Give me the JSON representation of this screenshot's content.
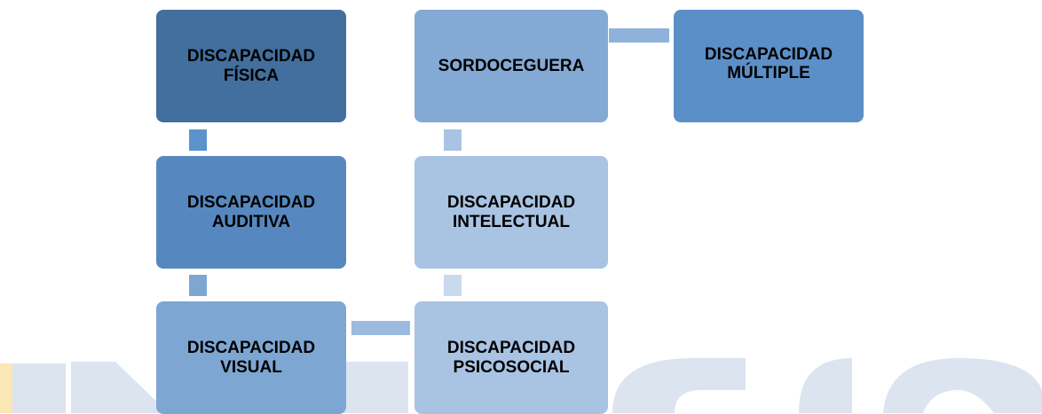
{
  "colors": {
    "fisica": "#426f9e",
    "auditiva": "#5688bf",
    "visual": "#7ea6d3",
    "sordoceguera": "#84a9d4",
    "intelectual": "#a9c3e3",
    "psicosocial": "#a9c3e3",
    "multiple": "#5b8fc7",
    "conn_1": "#5b93cd",
    "conn_2": "#7ea6d3",
    "conn_3": "#9cbadd",
    "conn_4": "#c9d9ee",
    "conn_5": "#a9c3e3",
    "conn_6": "#8fb2da",
    "watermark": "#dbe4ef",
    "watermark_accent": "#fbe7b4"
  },
  "nodes": {
    "fisica": "DISCAPACIDAD\nFÍSICA",
    "auditiva": "DISCAPACIDAD\nAUDITIVA",
    "visual": "DISCAPACIDAD\nVISUAL",
    "psicosocial": "DISCAPACIDAD\nPSICOSOCIAL",
    "intelectual": "DISCAPACIDAD\nINTELECTUAL",
    "sordoceguera": "SORDOCEGUERA",
    "multiple": "DISCAPACIDAD\nMÚLTIPLE"
  }
}
